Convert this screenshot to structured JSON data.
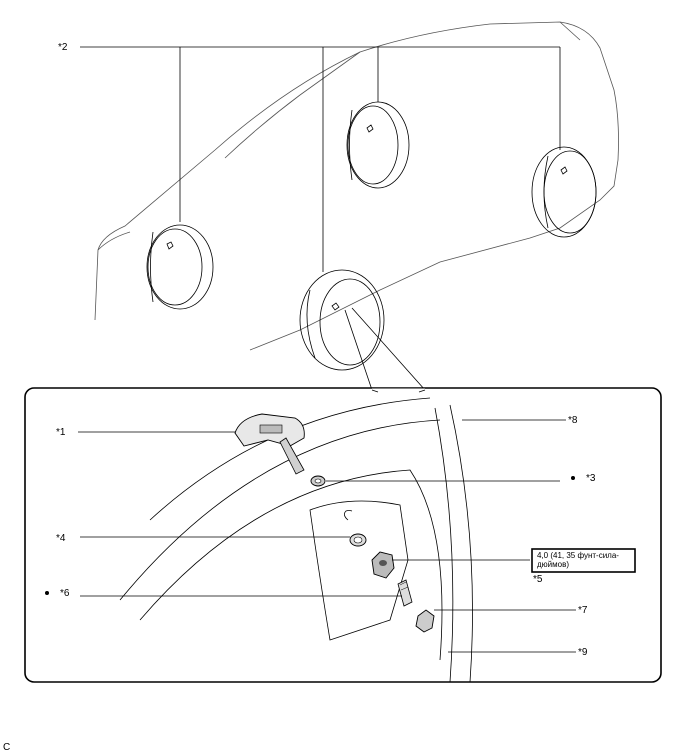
{
  "callouts": {
    "c1": "*1",
    "c2": "*2",
    "c3": "*3",
    "c4": "*4",
    "c5": "*5",
    "c6": "*6",
    "c7": "*7",
    "c8": "*8",
    "c9": "*9"
  },
  "torque": {
    "line1": "4,0 (41, 35 фунт-сила-",
    "line2": "дюймов)"
  },
  "figure_code": "C"
}
